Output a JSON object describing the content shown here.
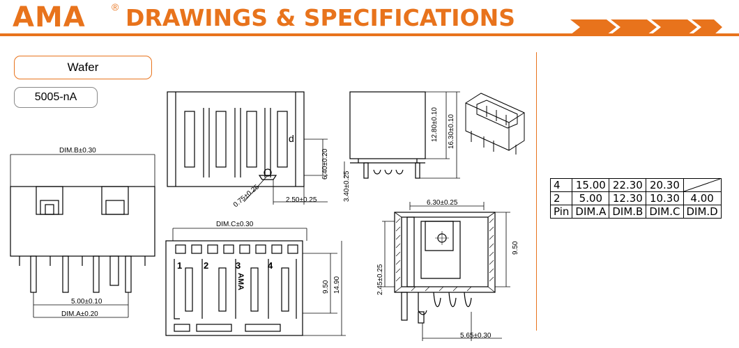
{
  "header": {
    "brand": "AMA",
    "registered_mark": "®",
    "title": "DRAWINGS & SPECIFICATIONS"
  },
  "product": {
    "category": "Wafer",
    "part_number": "5005-nA"
  },
  "dimensions": {
    "front_top_width": "DIM.B±0.30",
    "front_pitch": "5.00±0.10",
    "front_bottom_width": "DIM.A±0.20",
    "top_height": "6.40±0.20",
    "top_post": "0.75±0.25",
    "top_offset": "2.50±0.25",
    "top_label": "d",
    "side_height_total": "16.30±0.10",
    "side_height": "12.80±0.10",
    "side_tail": "3.40±0.25",
    "bottom_width": "DIM.C±0.30",
    "bottom_inner_height": "9.50",
    "bottom_outer_height": "14.90",
    "pin_numbers": [
      "1",
      "2",
      "3",
      "4"
    ],
    "bottom_logo": "AMA",
    "section_top": "6.30±0.25",
    "section_height": "9.50",
    "section_depth": "2.45±0.25",
    "section_bottom": "5.65±0.30"
  },
  "spec_table": {
    "rows": [
      {
        "pin": "4",
        "dim_a": "15.00",
        "dim_b": "22.30",
        "dim_c": "20.30",
        "dim_d": ""
      },
      {
        "pin": "2",
        "dim_a": "5.00",
        "dim_b": "12.30",
        "dim_c": "10.30",
        "dim_d": "4.00"
      }
    ],
    "header": {
      "pin": "Pin",
      "dim_a": "DIM.A",
      "dim_b": "DIM.B",
      "dim_c": "DIM.C",
      "dim_d": "DIM.D"
    }
  },
  "colors": {
    "accent": "#e8731c",
    "line": "#000000"
  }
}
